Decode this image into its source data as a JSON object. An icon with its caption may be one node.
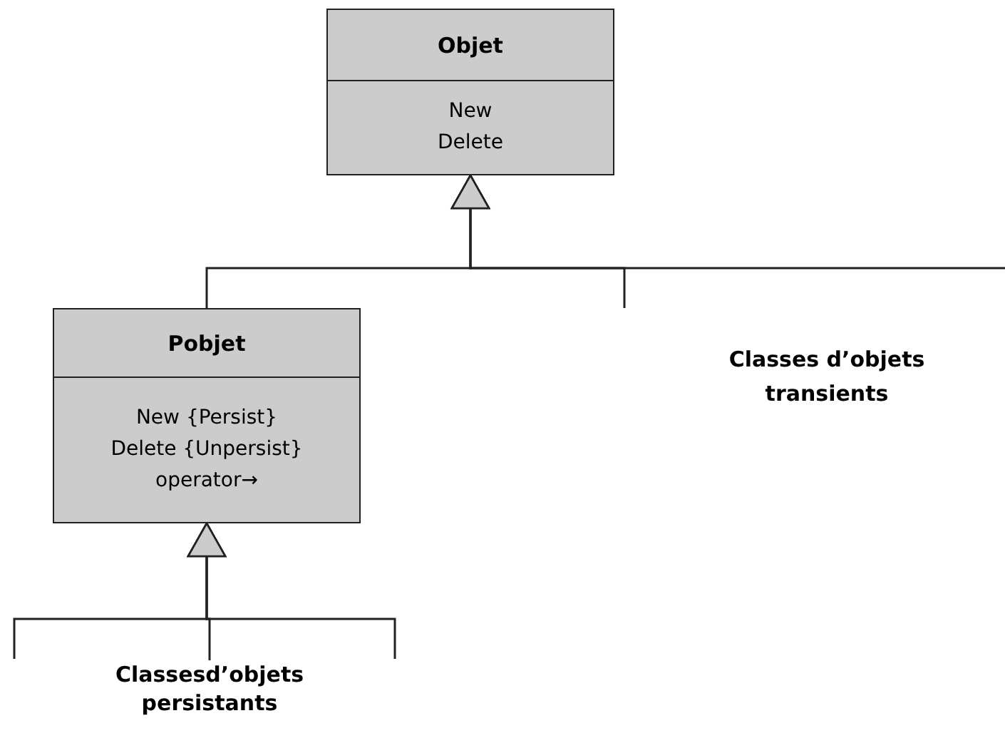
{
  "diagram": {
    "nodes": [
      {
        "text": [
          "Objet",
          "New",
          "Delete"
        ]
      },
      {
        "text": [
          "Pobjet",
          "New {Persist}",
          "Delete {Unpersist}",
          "operator→"
        ]
      },
      {
        "text": [
          "Classesd’objets persistants"
        ]
      }
    ],
    "edges": [
      {
        "from": 1,
        "to": 0,
        "arrow": "to"
      },
      {
        "from": null,
        "to": 0,
        "arrow": "to"
      },
      {
        "from": null,
        "to": 0,
        "arrow": "to"
      },
      {
        "from": 2,
        "to": 1,
        "arrow": "to"
      },
      {
        "from": null,
        "to": 1,
        "arrow": "to"
      },
      {
        "from": null,
        "to": 1,
        "arrow": "to"
      }
    ],
    "labels": [
      "Classes d’objets transients"
    ]
  }
}
